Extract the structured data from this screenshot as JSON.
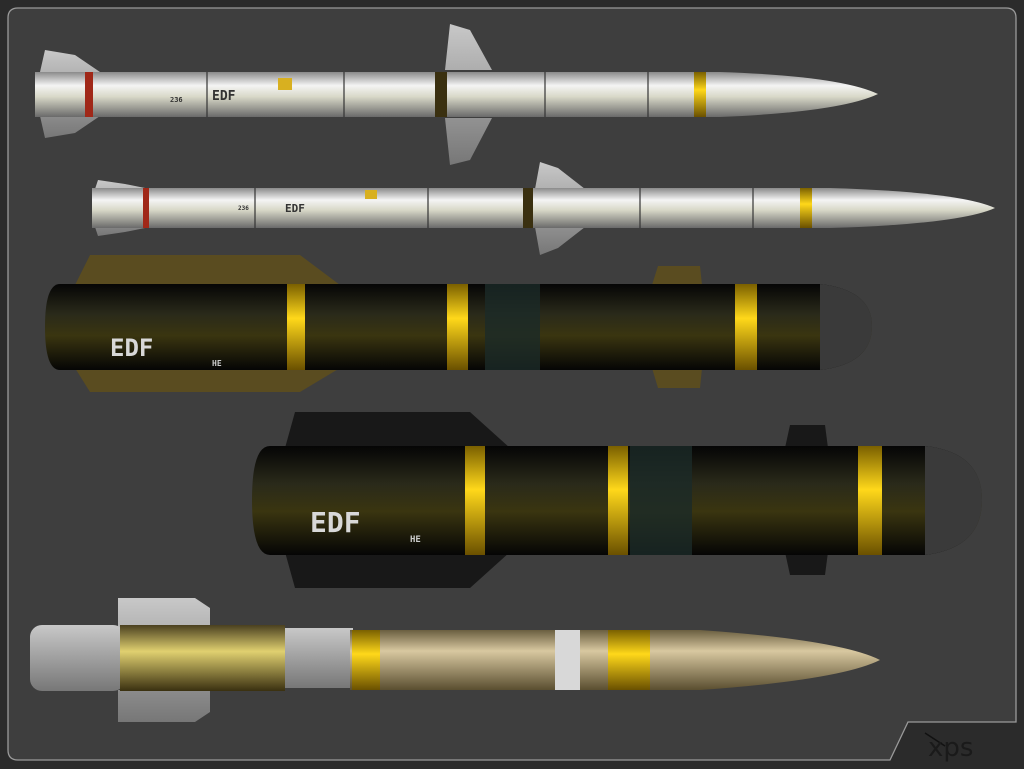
{
  "watermark": {
    "text": "xps"
  },
  "colors": {
    "background": "#3d3d3d",
    "frame": "#9a9a9a",
    "yellow_band": "#e8c010",
    "white_body": "#e6e6e6",
    "black_body": "#151515",
    "olive_fin": "#5a4c20",
    "gold_body": "#b8a57a"
  },
  "missiles": [
    {
      "label": "EDF",
      "number": "236",
      "variant": "white-large"
    },
    {
      "label": "EDF",
      "number": "236",
      "variant": "white-small"
    },
    {
      "label": "EDF",
      "sublabel": "HE",
      "variant": "black-olive-fins"
    },
    {
      "label": "EDF",
      "sublabel": "HE",
      "variant": "black-black-fins"
    },
    {
      "label": "",
      "variant": "gold"
    }
  ]
}
